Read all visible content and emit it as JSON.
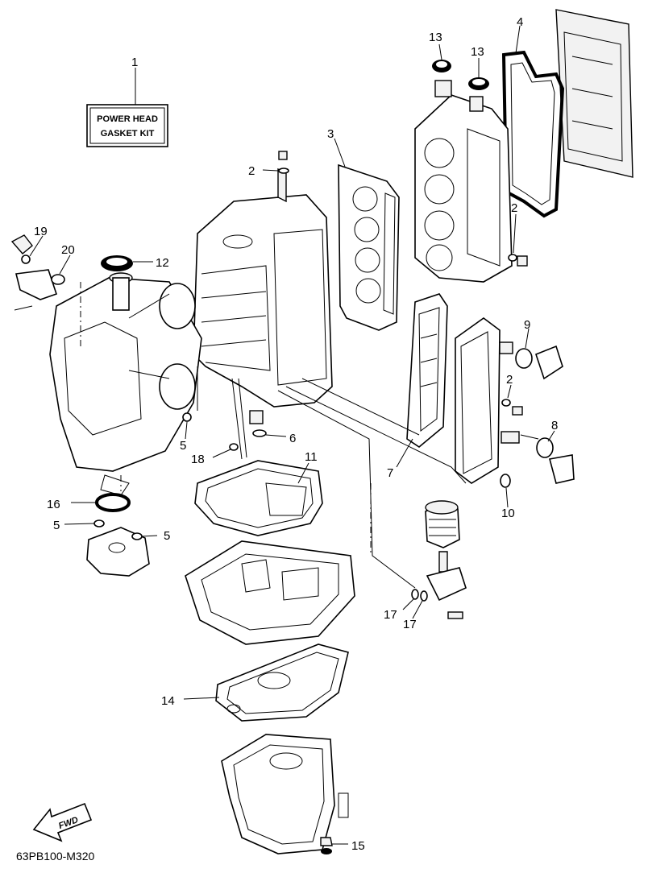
{
  "kit_label": {
    "line1": "POWER HEAD",
    "line2": "GASKET KIT"
  },
  "diagram_code": "63PB100-M320",
  "fwd_label": "FWD",
  "callouts": {
    "n1": "1",
    "n2a": "2",
    "n2b": "2",
    "n2c": "2",
    "n3": "3",
    "n4": "4",
    "n5a": "5",
    "n5b": "5",
    "n5c": "5",
    "n6": "6",
    "n7": "7",
    "n8": "8",
    "n9": "9",
    "n10": "10",
    "n11": "11",
    "n12": "12",
    "n13a": "13",
    "n13b": "13",
    "n14": "14",
    "n15": "15",
    "n16": "16",
    "n17a": "17",
    "n17b": "17",
    "n18": "18",
    "n19": "19",
    "n20": "20"
  }
}
